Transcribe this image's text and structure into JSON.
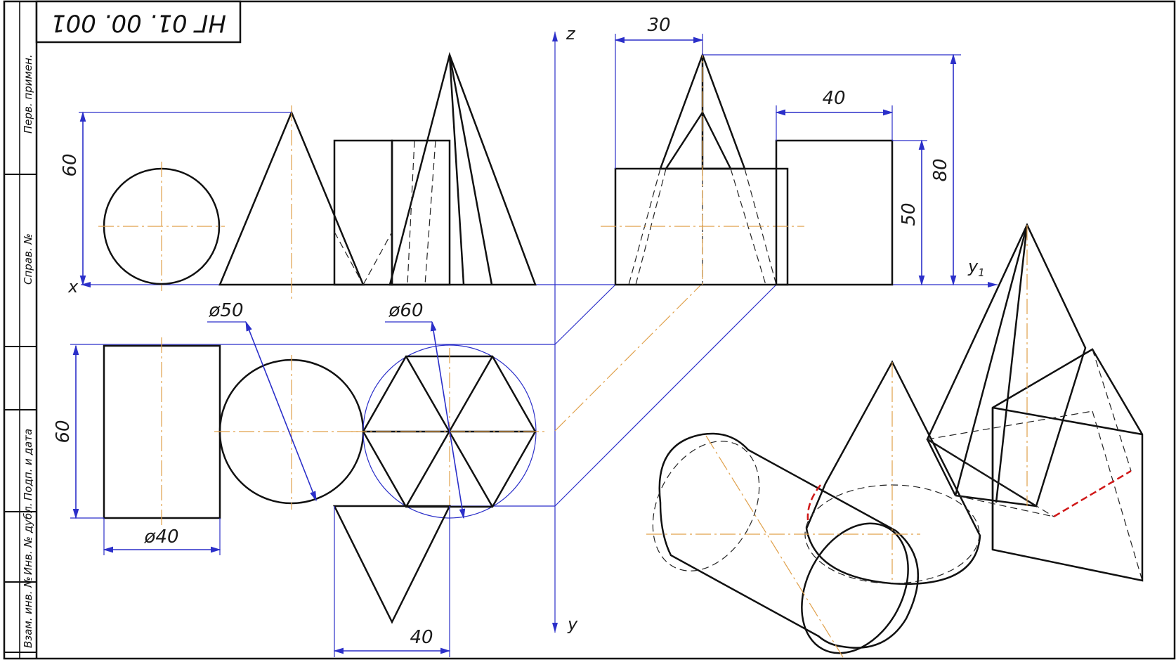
{
  "stamp": {
    "code": "НГ 01. 00. 001"
  },
  "side_strip": {
    "labels": [
      "Перв. примен.",
      "Справ. №",
      "Подп. и дата",
      "Инв. № дубл.",
      "Взам. инв. №"
    ]
  },
  "axes": {
    "x": "x",
    "z": "z",
    "y": "y",
    "y1": "y",
    "y1_sub": "1"
  },
  "dimensions": {
    "front_height": "60",
    "cone_dia": "ø50",
    "pyramid_dia": "ø60",
    "side_width": "30",
    "side_cyl_width": "40",
    "side_prism_height": "50",
    "side_total_height": "80",
    "top_height": "60",
    "cyl_dia": "ø40",
    "prism_width": "40"
  },
  "colors": {
    "cylinder": "#5cc878",
    "cone": "#f9b8c4",
    "prism": "#a8d8ee",
    "pyramid": "#fbf1a2",
    "dimension_lines": "#2b2fc9",
    "center_lines": "#e0a04a",
    "hidden_marks": "#d01818"
  }
}
